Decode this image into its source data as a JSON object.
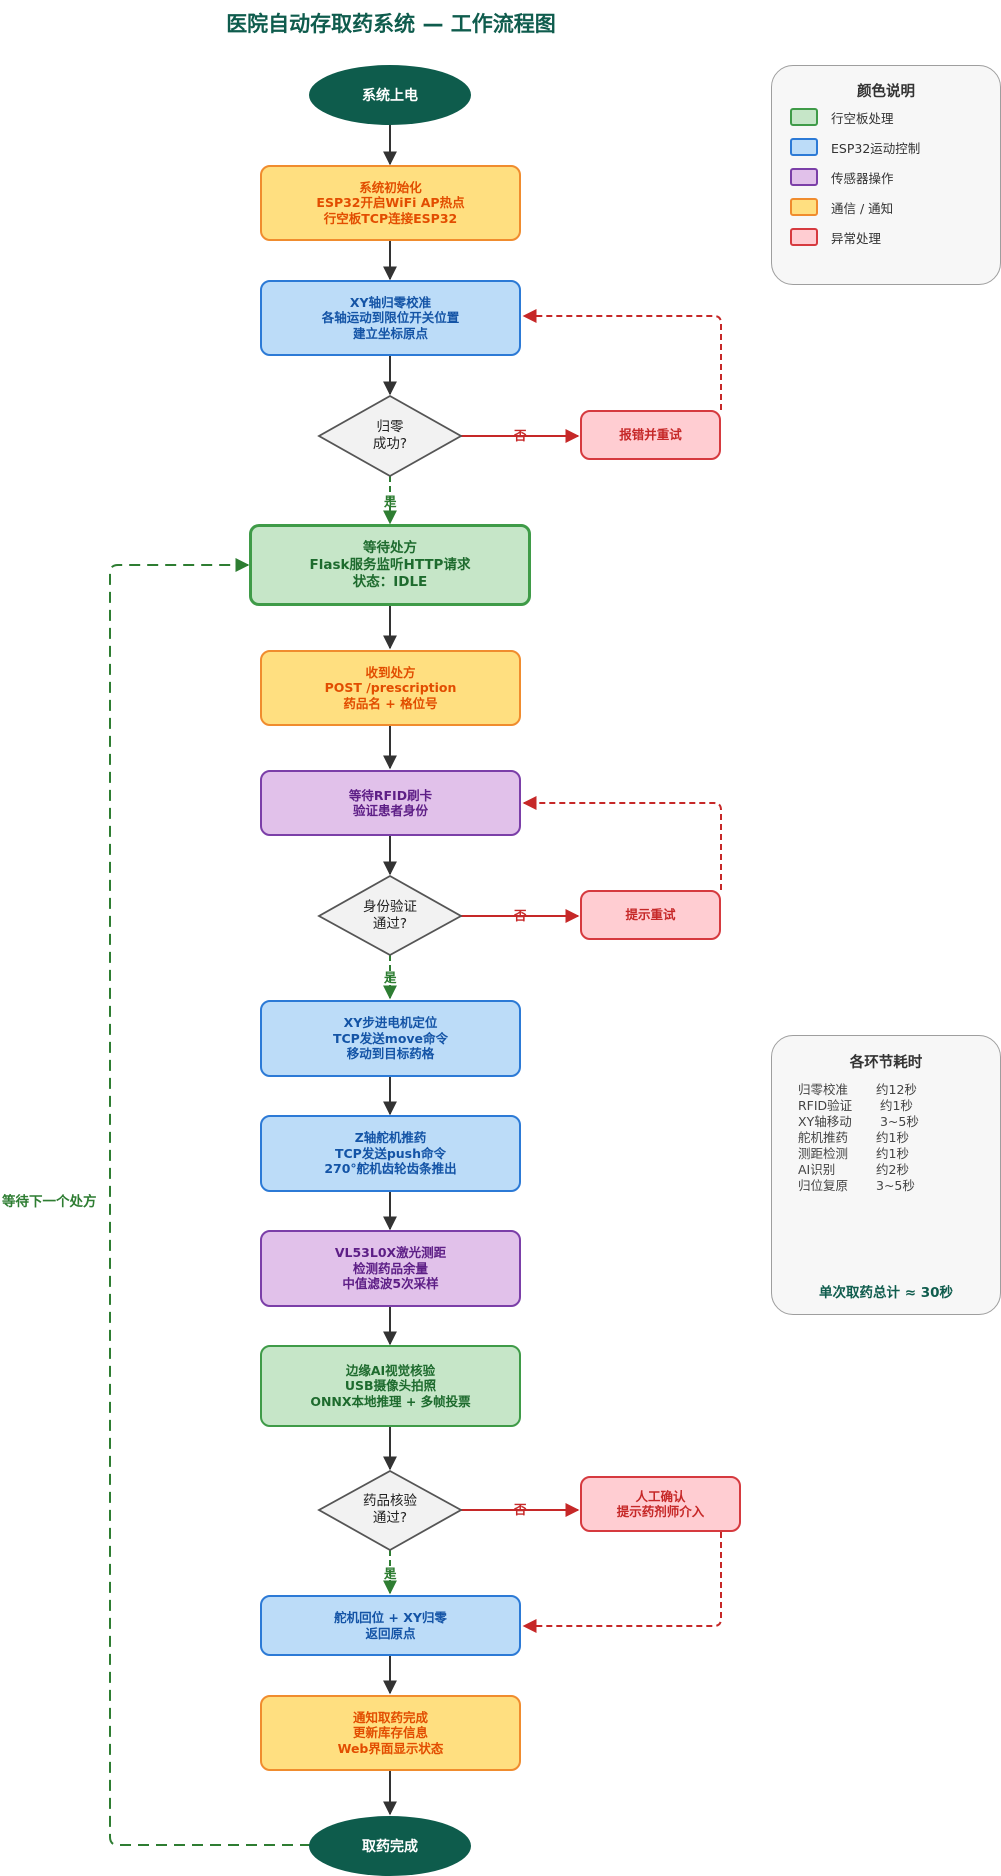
{
  "title": "医院自动存取药系统 — 工作流程图",
  "colors": {
    "board": "#c6e6c8",
    "esp32": "#bcdcf8",
    "sensor": "#e1c1ea",
    "comm": "#ffdf80",
    "error": "#ffcdd2",
    "terminal": "#0e5c4c",
    "yes_edge": "#2e7d32",
    "no_edge": "#c62828"
  },
  "nodes": {
    "start": "系统上电",
    "init": [
      "系统初始化",
      "ESP32开启WiFi AP热点",
      "行空板TCP连接ESP32"
    ],
    "homing": [
      "XY轴归零校准",
      "各轴运动到限位开关位置",
      "建立坐标原点"
    ],
    "homing_check": [
      "归零",
      "成功?"
    ],
    "homing_error": "报错并重试",
    "wait_rx": [
      "等待处方",
      "Flask服务监听HTTP请求",
      "状态：IDLE"
    ],
    "recv_rx": [
      "收到处方",
      "POST /prescription",
      "药品名 + 格位号"
    ],
    "rfid": [
      "等待RFID刷卡",
      "验证患者身份"
    ],
    "id_check": [
      "身份验证",
      "通过?"
    ],
    "id_retry": "提示重试",
    "xy_move": [
      "XY步进电机定位",
      "TCP发送move命令",
      "移动到目标药格"
    ],
    "z_push": [
      "Z轴舵机推药",
      "TCP发送push命令",
      "270°舵机齿轮齿条推出"
    ],
    "tof": [
      "VL53L0X激光测距",
      "检测药品余量",
      "中值滤波5次采样"
    ],
    "ai": [
      "边缘AI视觉核验",
      "USB摄像头拍照",
      "ONNX本地推理 + 多帧投票"
    ],
    "drug_check": [
      "药品核验",
      "通过?"
    ],
    "manual": [
      "人工确认",
      "提示药剂师介入"
    ],
    "return_home": [
      "舵机回位 + XY归零",
      "返回原点"
    ],
    "notify": [
      "通知取药完成",
      "更新库存信息",
      "Web界面显示状态"
    ],
    "end": "取药完成"
  },
  "edge_labels": {
    "yes": "是",
    "no": "否"
  },
  "loop_label": "等待下一个处方",
  "legend": {
    "title": "颜色说明",
    "items": [
      {
        "label": "行空板处理",
        "color": "board"
      },
      {
        "label": "ESP32运动控制",
        "color": "esp32"
      },
      {
        "label": "传感器操作",
        "color": "sensor"
      },
      {
        "label": "通信 / 通知",
        "color": "comm"
      },
      {
        "label": "异常处理",
        "color": "error"
      }
    ]
  },
  "timing": {
    "title": "各环节耗时",
    "rows": [
      {
        "name": "归零校准",
        "time": "约12秒"
      },
      {
        "name": "RFID验证",
        "time": " 约1秒"
      },
      {
        "name": "XY轴移动",
        "time": " 3~5秒"
      },
      {
        "name": "舵机推药",
        "time": "约1秒"
      },
      {
        "name": "测距检测",
        "time": "约1秒"
      },
      {
        "name": "AI识别",
        "time": "约2秒"
      },
      {
        "name": "归位复原",
        "time": "3~5秒"
      }
    ],
    "total": "单次取药总计 ≈ 30秒"
  }
}
